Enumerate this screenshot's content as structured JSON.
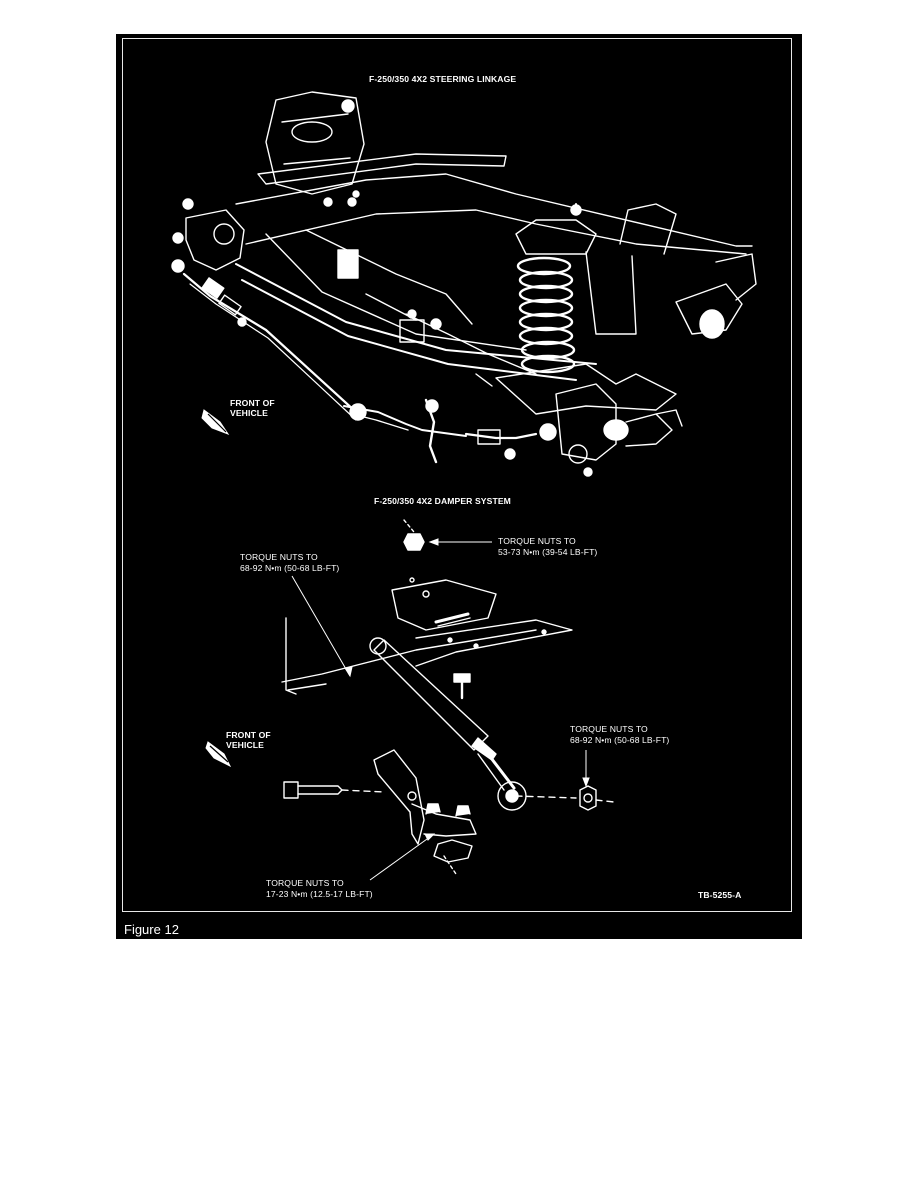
{
  "figure": {
    "caption": "Figure 12",
    "code": "TB-5255-A"
  },
  "steering_section": {
    "title": "F-250/350 4X2 STEERING LINKAGE",
    "front_label_line1": "FRONT OF",
    "front_label_line2": "VEHICLE"
  },
  "damper_section": {
    "title": "F-250/350 4X2 DAMPER SYSTEM",
    "front_label_line1": "FRONT OF",
    "front_label_line2": "VEHICLE",
    "callouts": [
      {
        "line1": "TORQUE NUTS TO",
        "line2": "53-73 N•m (39-54 LB-FT)"
      },
      {
        "line1": "TORQUE NUTS TO",
        "line2": "68-92 N•m (50-68 LB-FT)"
      },
      {
        "line1": "TORQUE NUTS TO",
        "line2": "68-92 N•m (50-68 LB-FT)"
      },
      {
        "line1": "TORQUE NUTS TO",
        "line2": "17-23 N•m (12.5-17 LB-FT)"
      }
    ]
  }
}
